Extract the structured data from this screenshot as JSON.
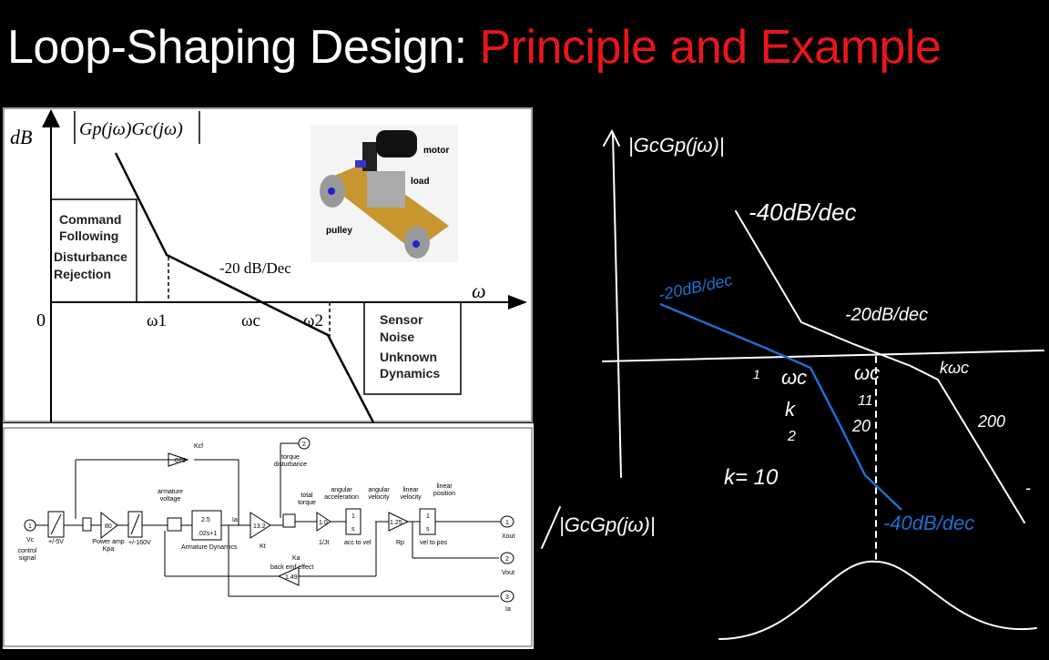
{
  "slide": {
    "title_main": "Loop-Shaping Design: ",
    "title_accent": "Principle and Example",
    "colors": {
      "accent": "#e8161b",
      "ink_blue": "#1e6fd0",
      "belt": "#c8962e"
    }
  },
  "bode_figure": {
    "y_axis_label": "dB",
    "x_axis_label": "ω",
    "curve_label": "Gp(jω)Gc(jω)",
    "origin_label": "0",
    "slope_label": "-20 dB/Dec",
    "ticks": [
      "ω1",
      "ωc",
      "ω2"
    ],
    "low_freq_box": [
      "Command",
      "Following",
      "Disturbance",
      "Rejection"
    ],
    "high_freq_box": [
      "Sensor",
      "Noise",
      "Unknown",
      "Dynamics"
    ],
    "photo_labels": {
      "motor": "motor",
      "load": "load",
      "pulley": "pulley"
    }
  },
  "block_diagram": {
    "inputs": [
      {
        "num": "1",
        "label": "Vc",
        "sub": "control signal"
      },
      {
        "num": "2",
        "label": "torque disturbance"
      }
    ],
    "outputs": [
      {
        "num": "1",
        "label": "Xout"
      },
      {
        "num": "2",
        "label": "Vout"
      },
      {
        "num": "3",
        "label": "Ia"
      }
    ],
    "blocks": {
      "sat1": "+/-5V",
      "kpa": "80",
      "kpa_label": "Power amp Kpa",
      "sat2": "+/-160V",
      "armature_voltage": "armature voltage",
      "tf_num": "2.5",
      "tf_den": ".02s+1",
      "tf_label": "Armature Dynamics",
      "ia": "Ia",
      "kt": "13.2",
      "kt_label": "Kt",
      "kcf": ".075",
      "kcf_label": "Kcf",
      "total_torque": "total torque",
      "inv_jt": "1.0",
      "inv_jt_label": "1/Jt",
      "ang_acc": "angular acceleration",
      "int1_label": "acc to vel",
      "ang_vel": "angular velocity",
      "rp": "1.25",
      "rp_label": "Rp",
      "lin_vel": "linear velocity",
      "int2_label": "vel to pos",
      "lin_pos": "linear position",
      "ka": "1.49",
      "ka_label": "Ka",
      "ka_sub": "back emf effect",
      "int_num": "1",
      "int_den": "s"
    }
  },
  "whiteboard": {
    "top_axis_label": "|GcGp(jω)|",
    "white_slope_1": "-40dB/dec",
    "white_slope_2": "-20dB/dec",
    "blue_slope_1": "-20dB/dec",
    "blue_slope_2": "-40dB/dec",
    "wc_over_k": "ωc",
    "k": "k",
    "two": "2",
    "wc": "ωc",
    "wc_ticks": "11",
    "twenty": "20",
    "one": "1",
    "k_wc": "kωc",
    "two_hundred": "200",
    "k_eq": "k= 10",
    "bottom_label": "|GcGp(jω)|",
    "dash_mark": "-"
  }
}
